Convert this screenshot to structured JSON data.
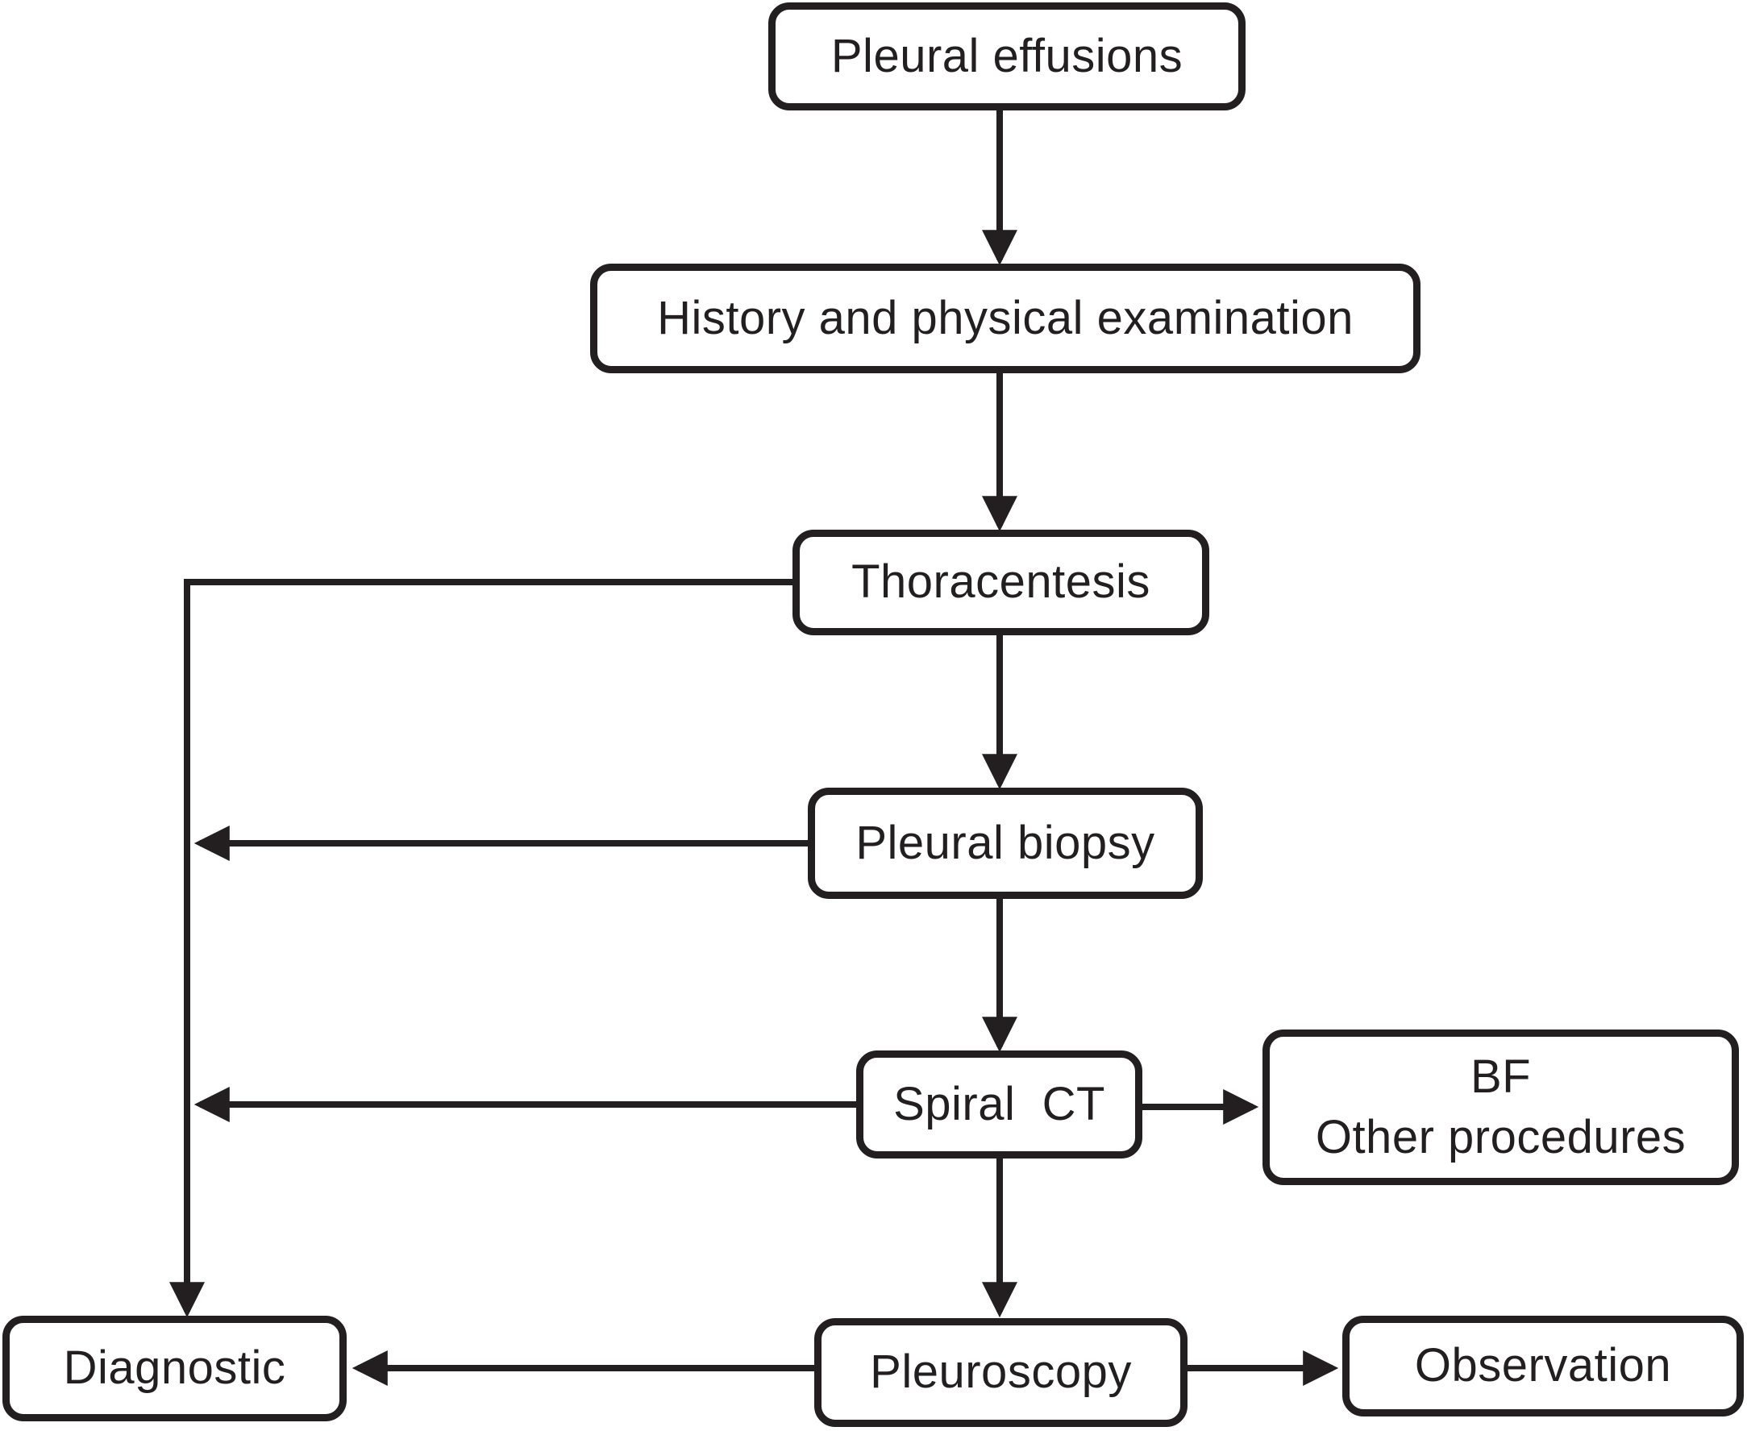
{
  "figure": {
    "type": "flowchart",
    "background_color": "#ffffff",
    "stroke_color": "#231f20",
    "text_color": "#231f20"
  },
  "nodes": [
    {
      "id": "pleural-effusions",
      "label": "Pleural effusions"
    },
    {
      "id": "history-physical",
      "label": "History and physical examination"
    },
    {
      "id": "thoracentesis",
      "label": "Thoracentesis"
    },
    {
      "id": "pleural-biopsy",
      "label": "Pleural biopsy"
    },
    {
      "id": "spiral-ct",
      "label": "Spiral  CT"
    },
    {
      "id": "bf-other-procedures",
      "label": "BF\nOther procedures"
    },
    {
      "id": "pleuroscopy",
      "label": "Pleuroscopy"
    },
    {
      "id": "diagnostic",
      "label": "Diagnostic"
    },
    {
      "id": "observation",
      "label": "Observation"
    }
  ],
  "edges": [
    {
      "from": "pleural-effusions",
      "to": "history-physical",
      "direction": "down"
    },
    {
      "from": "history-physical",
      "to": "thoracentesis",
      "direction": "down"
    },
    {
      "from": "thoracentesis",
      "to": "pleural-biopsy",
      "direction": "down"
    },
    {
      "from": "pleural-biopsy",
      "to": "spiral-ct",
      "direction": "down"
    },
    {
      "from": "spiral-ct",
      "to": "pleuroscopy",
      "direction": "down"
    },
    {
      "from": "thoracentesis",
      "to": "diagnostic",
      "direction": "left-then-down"
    },
    {
      "from": "pleural-biopsy",
      "to": "left-rail",
      "direction": "left"
    },
    {
      "from": "spiral-ct",
      "to": "left-rail",
      "direction": "left"
    },
    {
      "from": "spiral-ct",
      "to": "bf-other-procedures",
      "direction": "right"
    },
    {
      "from": "pleuroscopy",
      "to": "diagnostic",
      "direction": "left"
    },
    {
      "from": "pleuroscopy",
      "to": "observation",
      "direction": "right"
    }
  ]
}
